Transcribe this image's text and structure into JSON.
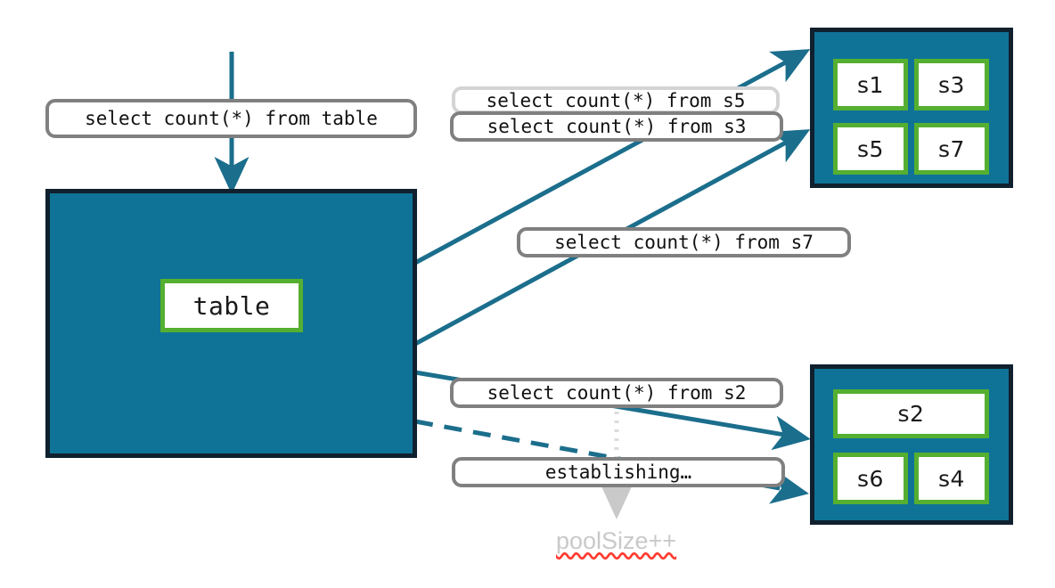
{
  "diagram": {
    "title": "database connection pool query routing diagram",
    "colors": {
      "teal_fill": "#0f7397",
      "dark_border": "#10202e",
      "node_green": "#55af30",
      "edge_teal": "#1b6e8c",
      "label_gray": "#808080",
      "label_gray_light": "#d4d4d4",
      "annot_gray": "#c9c9c9",
      "spellcheck_red": "#ff3b30"
    }
  },
  "entry": {
    "query_label": "select count(*) from table"
  },
  "table_group": {
    "node_label": "table"
  },
  "queries": {
    "s5": "select count(*) from s5",
    "s3": "select count(*) from s3",
    "s7": "select count(*) from s7",
    "s2": "select count(*) from s2",
    "establishing": "establishing…"
  },
  "annotation": {
    "pool_size": "poolSize++"
  },
  "pool_top": {
    "nodes": [
      {
        "label": "s1"
      },
      {
        "label": "s3"
      },
      {
        "label": "s5"
      },
      {
        "label": "s7"
      }
    ]
  },
  "pool_bottom": {
    "nodes": [
      {
        "label": "s2"
      },
      {
        "label": "s6"
      },
      {
        "label": "s4"
      }
    ]
  }
}
